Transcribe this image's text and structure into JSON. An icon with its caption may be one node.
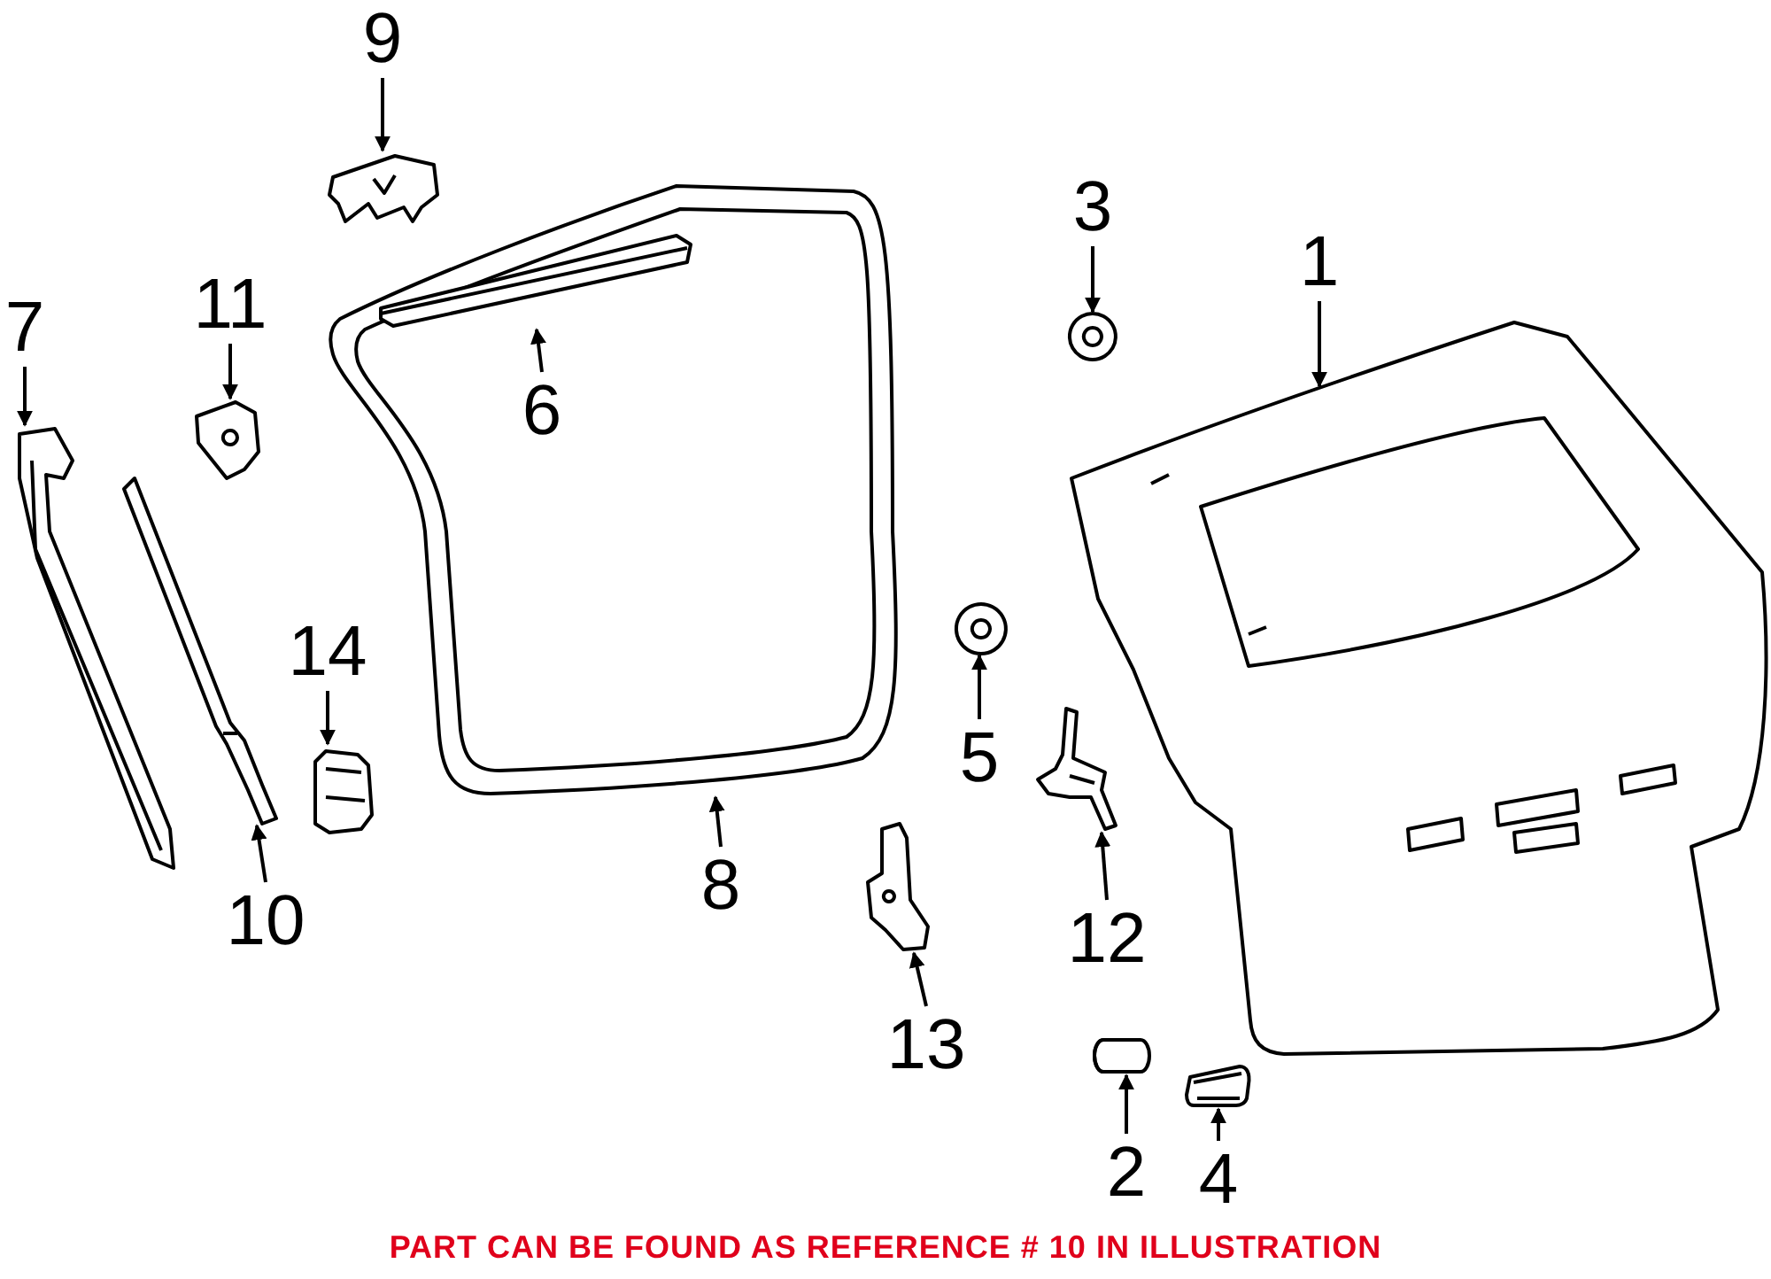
{
  "diagram": {
    "caption": "PART CAN BE FOUND AS REFERENCE # 10 IN ILLUSTRATION",
    "nodes": [
      {
        "text": [
          "1"
        ]
      },
      {
        "text": [],
        "shape": "picture"
      },
      {
        "text": [
          "2"
        ]
      },
      {
        "text": [],
        "shape": "picture"
      },
      {
        "text": [
          "3"
        ]
      },
      {
        "text": [],
        "shape": "picture"
      },
      {
        "text": [
          "4"
        ]
      },
      {
        "text": [],
        "shape": "picture"
      },
      {
        "text": [
          "5"
        ]
      },
      {
        "text": [],
        "shape": "picture"
      },
      {
        "text": [
          "8"
        ]
      },
      {
        "text": [],
        "shape": "picture"
      },
      {
        "text": [
          "6"
        ],
        "in": 11
      },
      {
        "text": [],
        "shape": "picture",
        "in": 11
      },
      {
        "text": [
          "7"
        ]
      },
      {
        "text": [],
        "shape": "picture"
      },
      {
        "text": [
          "9"
        ]
      },
      {
        "text": [],
        "shape": "picture"
      },
      {
        "text": [
          "10"
        ]
      },
      {
        "text": [],
        "shape": "picture"
      },
      {
        "text": [
          "11"
        ]
      },
      {
        "text": [],
        "shape": "picture"
      },
      {
        "text": [
          "12"
        ]
      },
      {
        "text": [],
        "shape": "picture"
      },
      {
        "text": [
          "13"
        ]
      },
      {
        "text": [],
        "shape": "picture"
      },
      {
        "text": [
          "14"
        ]
      },
      {
        "text": [],
        "shape": "picture"
      }
    ],
    "edges": [
      {
        "from": 0,
        "to": 1,
        "arrow": "to"
      },
      {
        "from": 2,
        "to": 3,
        "arrow": "to"
      },
      {
        "from": 4,
        "to": 5,
        "arrow": "to"
      },
      {
        "from": 6,
        "to": 7,
        "arrow": "to"
      },
      {
        "from": 8,
        "to": 9,
        "arrow": "to"
      },
      {
        "from": 10,
        "to": 11,
        "arrow": "to"
      },
      {
        "from": 12,
        "to": 13,
        "arrow": "to"
      },
      {
        "from": 14,
        "to": 15,
        "arrow": "to"
      },
      {
        "from": 16,
        "to": 17,
        "arrow": "to"
      },
      {
        "from": 18,
        "to": 19,
        "arrow": "to"
      },
      {
        "from": 20,
        "to": 21,
        "arrow": "to"
      },
      {
        "from": 22,
        "to": 23,
        "arrow": "to"
      },
      {
        "from": 24,
        "to": 25,
        "arrow": "to"
      },
      {
        "from": 26,
        "to": 27,
        "arrow": "to"
      }
    ]
  }
}
